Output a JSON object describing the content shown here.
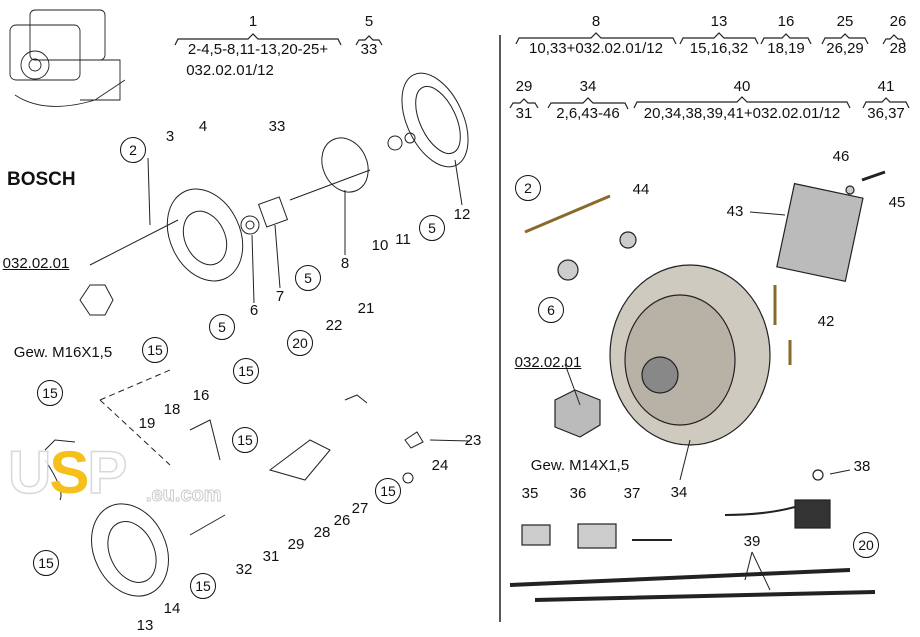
{
  "brand": "BOSCH",
  "groups_left": {
    "g1": {
      "part": "1",
      "contains_line1": "2-4,5-8,11-13,20-25+",
      "contains_line2": "032.02.01/12"
    },
    "g5": {
      "part": "5",
      "contains": "33"
    }
  },
  "groups_right": [
    {
      "part": "8",
      "contains": "10,33+032.02.01/12"
    },
    {
      "part": "13",
      "contains": "15,16,32"
    },
    {
      "part": "16",
      "contains": "18,19"
    },
    {
      "part": "25",
      "contains": "26,29"
    },
    {
      "part": "26",
      "contains": "28"
    },
    {
      "part": "29",
      "contains": "31"
    },
    {
      "part": "34",
      "contains": "2,6,43-46"
    },
    {
      "part": "40",
      "contains": "20,34,38,39,41+032.02.01/12"
    },
    {
      "part": "41",
      "contains": "36,37"
    }
  ],
  "left_labels": {
    "p2": "2",
    "p3": "3",
    "p4": "4",
    "p33": "33",
    "p10": "10",
    "p11": "11",
    "p5a": "5",
    "p12": "12",
    "p8": "8",
    "p5b": "5",
    "p7": "7",
    "p6": "6",
    "p5c": "5",
    "nut": "032.02.01",
    "thread": "Gew. M16X1,5",
    "p15a": "15",
    "p15b": "15",
    "p15c": "15",
    "p16": "16",
    "p18": "18",
    "p19": "19",
    "p20": "20",
    "p22": "22",
    "p21": "21",
    "p23": "23",
    "p24": "24",
    "p15d": "15",
    "p15e": "15",
    "p26": "26",
    "p27": "27",
    "p28": "28",
    "p29": "29",
    "p31": "31",
    "p32": "32",
    "p13": "13",
    "p14": "14",
    "p15f": "15",
    "p15g": "15"
  },
  "right_labels": {
    "p2": "2",
    "p44": "44",
    "p46": "46",
    "p45": "45",
    "p43": "43",
    "p6": "6",
    "p42": "42",
    "nut": "032.02.01",
    "thread": "Gew. M14X1,5",
    "p34": "34",
    "p38": "38",
    "p20": "20",
    "p35": "35",
    "p36": "36",
    "p37": "37",
    "p39": "39"
  },
  "watermark": {
    "main": "USP",
    "suffix": ".eu.com"
  }
}
